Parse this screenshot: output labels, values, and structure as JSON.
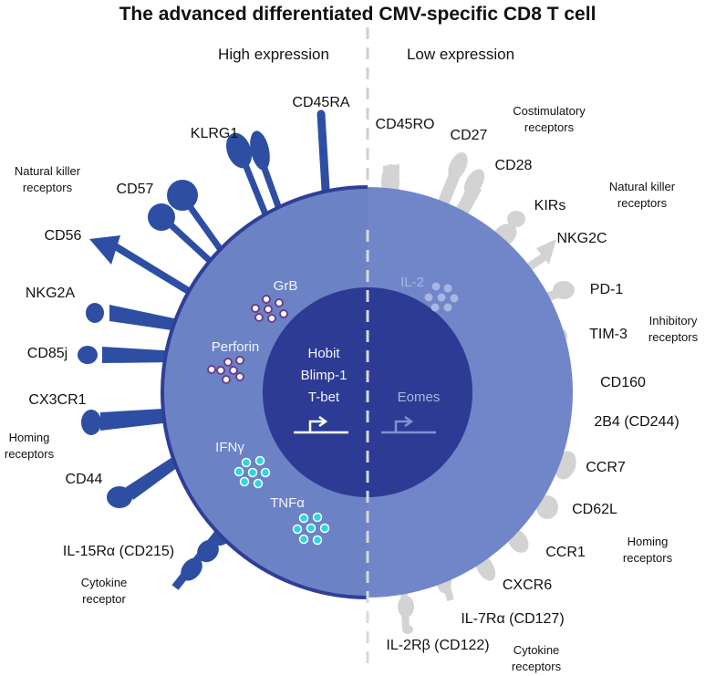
{
  "title": "The advanced differentiated CMV-specific CD8 T cell",
  "headers": {
    "high": "High expression",
    "low": "Low expression"
  },
  "high_receptors": {
    "cd45ra": "CD45RA",
    "klrg1": "KLRG1",
    "cd57": "CD57",
    "cd56": "CD56",
    "nkg2a": "NKG2A",
    "cd85j": "CD85j",
    "cx3cr1": "CX3CR1",
    "cd44": "CD44",
    "il15ra": "IL-15Rα (CD215)"
  },
  "low_receptors": {
    "cd45ro": "CD45RO",
    "cd27": "CD27",
    "cd28": "CD28",
    "kirs": "KIRs",
    "nkg2c": "NKG2C",
    "pd1": "PD-1",
    "tim3": "TIM-3",
    "cd160": "CD160",
    "b4": "2B4 (CD244)",
    "ccr7": "CCR7",
    "cd62l": "CD62L",
    "ccr1": "CCR1",
    "cxcr6": "CXCR6",
    "il7ra": "IL-7Rα (CD127)",
    "il2rb": "IL-2Rβ (CD122)"
  },
  "groups": {
    "nk_left_1": "Natural killer",
    "nk_left_2": "receptors",
    "homing_left_1": "Homing",
    "homing_left_2": "receptors",
    "cytokine_left_1": "Cytokine",
    "cytokine_left_2": "receptor",
    "costim_1": "Costimulatory",
    "costim_2": "receptors",
    "nk_right_1": "Natural killer",
    "nk_right_2": "receptors",
    "inhib_1": "Inhibitory",
    "inhib_2": "receptors",
    "homing_right_1": "Homing",
    "homing_right_2": "receptors",
    "cytokine_right_1": "Cytokine",
    "cytokine_right_2": "receptors"
  },
  "cytoplasm": {
    "grb": "GrB",
    "perforin": "Perforin",
    "ifny": "IFNγ",
    "tnfa": "TNFα",
    "il2": "IL-2"
  },
  "nucleus": {
    "hobit": "Hobit",
    "blimp1": "Blimp-1",
    "tbet": "T-bet",
    "eomes": "Eomes"
  },
  "colors": {
    "receptor_high": "#2d4ea3",
    "receptor_low": "#d3d3d3",
    "cell_fill": "#6f86c6",
    "cell_border": "#2e3f96",
    "nucleus": "#2e3b95",
    "cytokine_cyan": "#29d5e6",
    "granule_purple": "#6d3f8e"
  }
}
